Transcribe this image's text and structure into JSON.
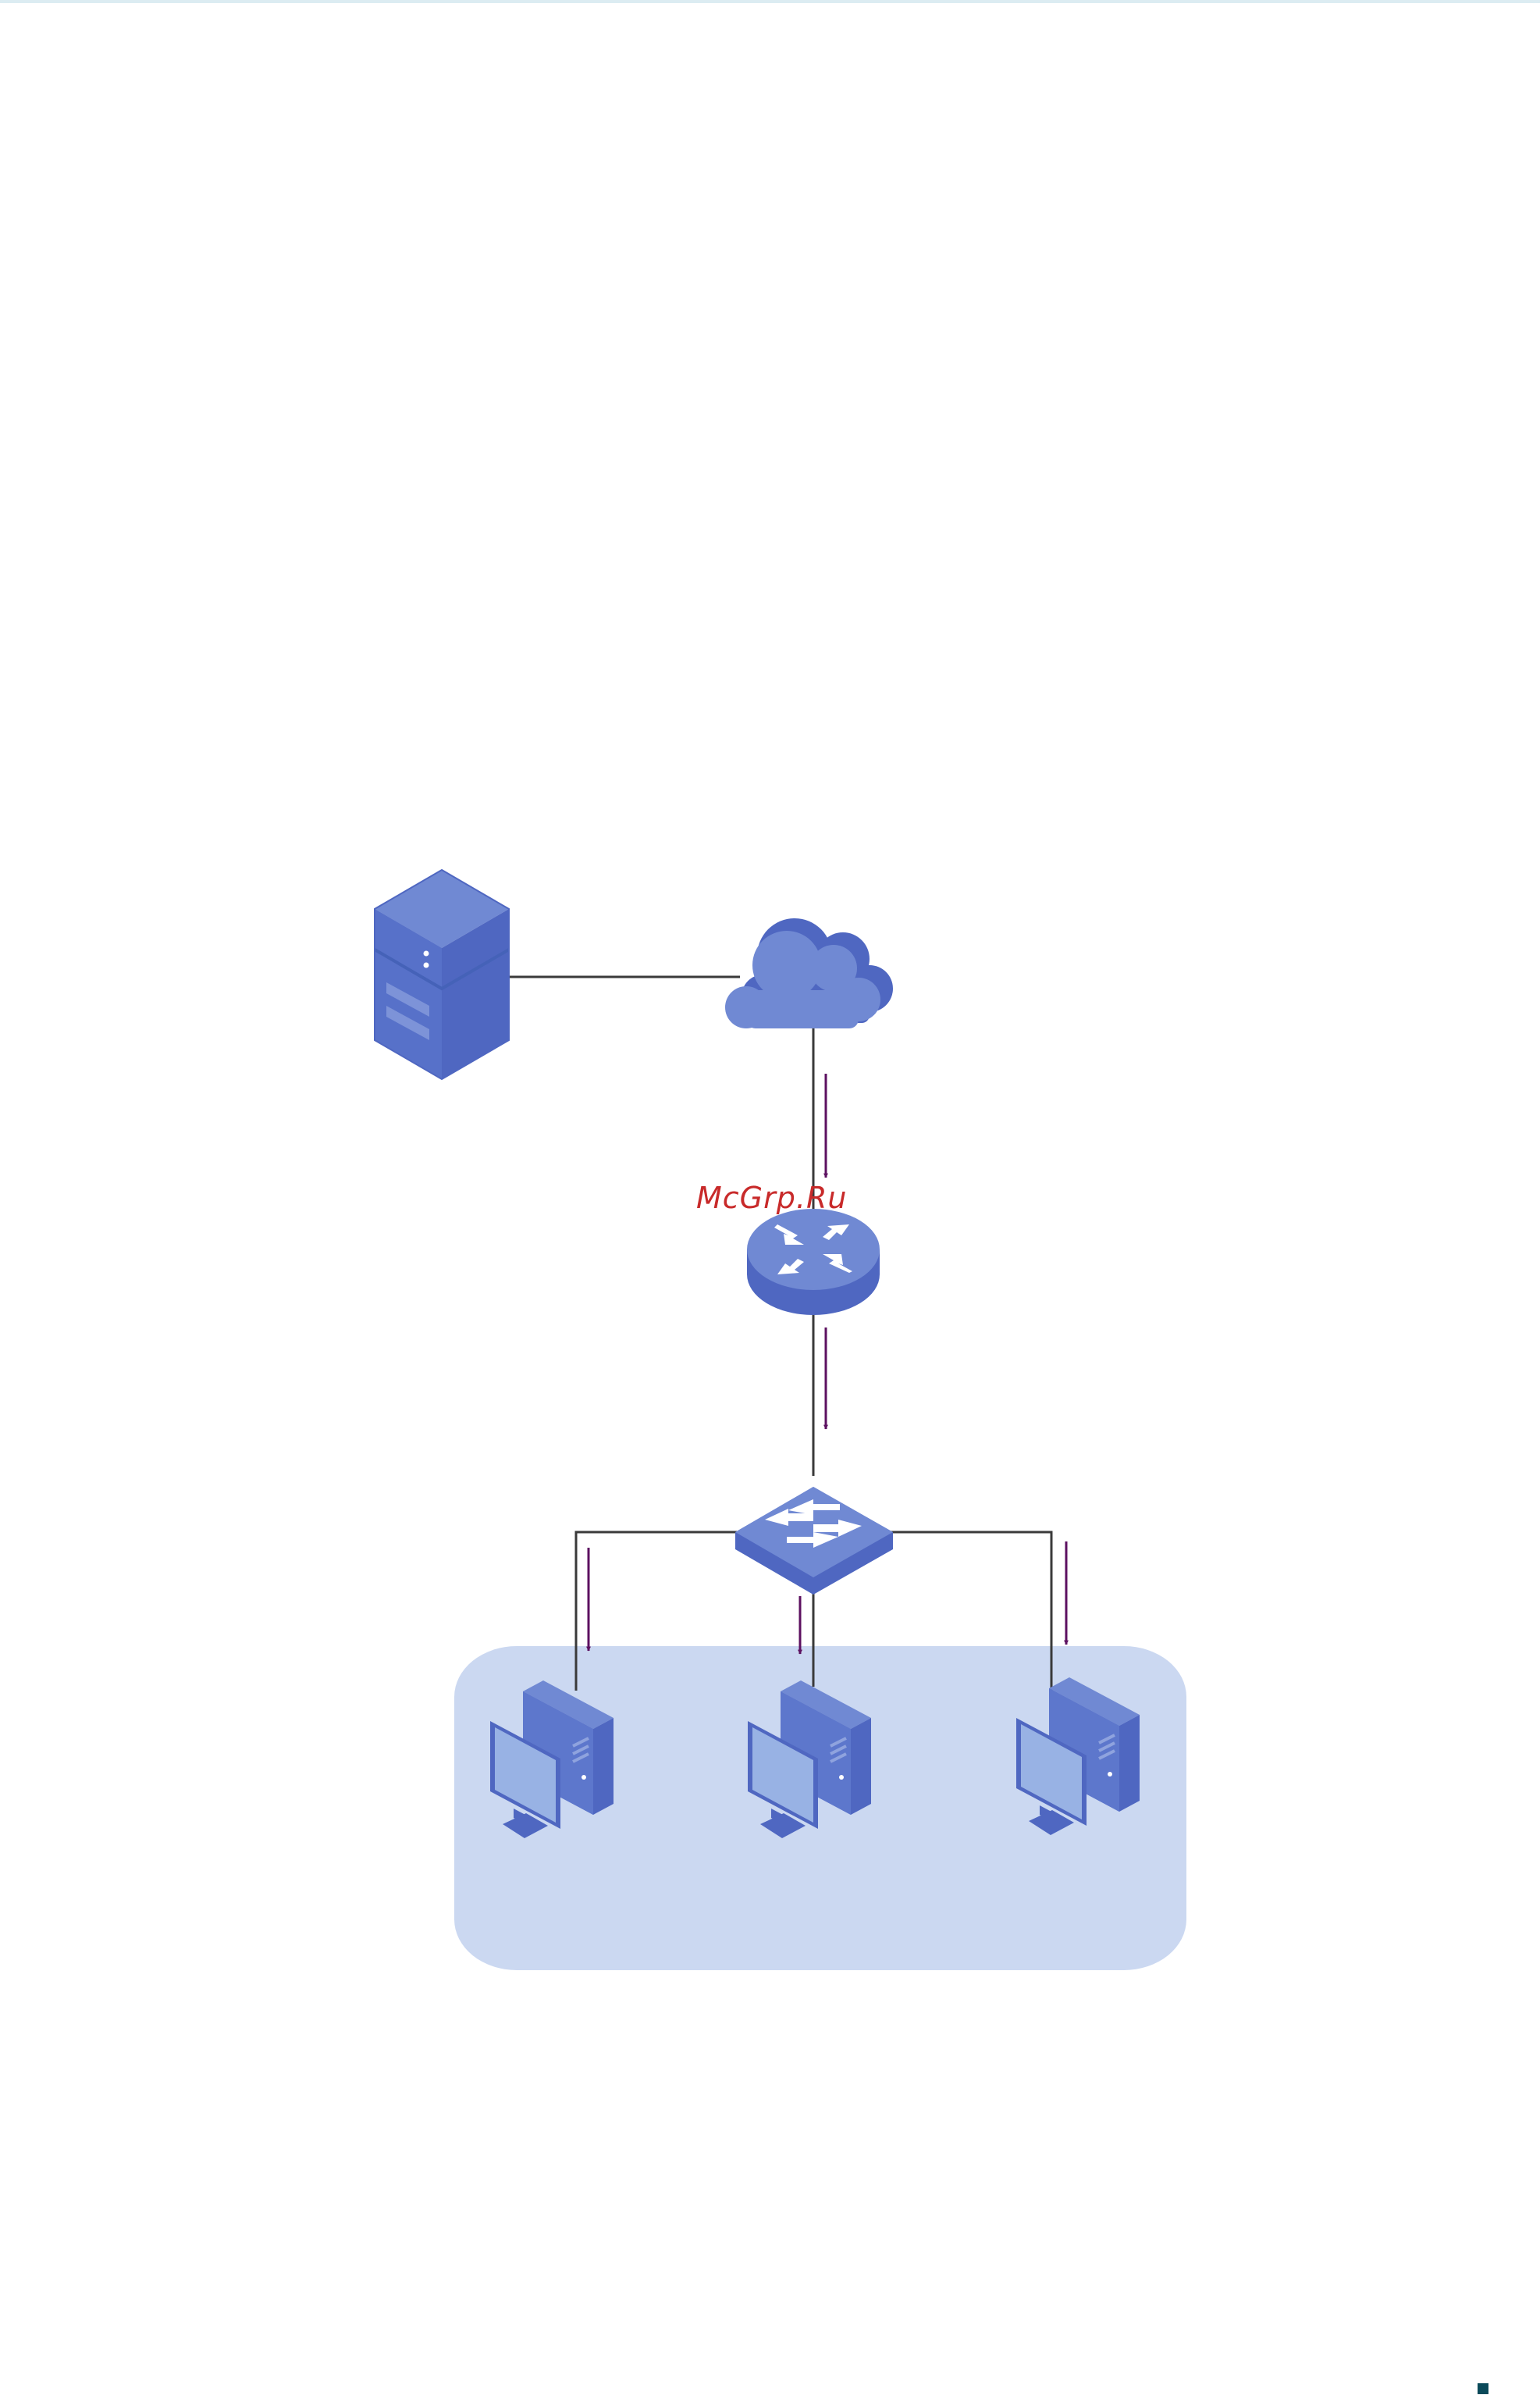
{
  "watermark": {
    "text": "McGrp.Ru"
  },
  "colors": {
    "device_light": "#7089d3",
    "device_dark": "#4f67c1",
    "device_mid": "#5d77cc",
    "screen": "#98b2e4",
    "link_line": "#3a3a3a",
    "arrow": "#5c1060",
    "client_area": "#cbd8f1",
    "watermark": "#c82a2a",
    "corner_mark": "#0b4a5a"
  },
  "nodes": [
    {
      "id": "server",
      "icon": "server-icon"
    },
    {
      "id": "internet",
      "icon": "cloud-icon"
    },
    {
      "id": "router",
      "icon": "router-icon"
    },
    {
      "id": "switch",
      "icon": "switch-icon"
    },
    {
      "id": "host-1",
      "icon": "desktop-pc-icon"
    },
    {
      "id": "host-2",
      "icon": "desktop-pc-icon"
    },
    {
      "id": "host-3",
      "icon": "desktop-pc-icon"
    }
  ],
  "links": [
    {
      "from": "server",
      "to": "internet"
    },
    {
      "from": "internet",
      "to": "router"
    },
    {
      "from": "router",
      "to": "switch"
    },
    {
      "from": "switch",
      "to": "host-1"
    },
    {
      "from": "switch",
      "to": "host-2"
    },
    {
      "from": "switch",
      "to": "host-3"
    }
  ],
  "traffic_flow": [
    {
      "from": "internet",
      "to": "router"
    },
    {
      "from": "router",
      "to": "switch"
    },
    {
      "from": "switch",
      "to": "host-1"
    },
    {
      "from": "switch",
      "to": "host-2"
    },
    {
      "from": "switch",
      "to": "host-3"
    }
  ]
}
